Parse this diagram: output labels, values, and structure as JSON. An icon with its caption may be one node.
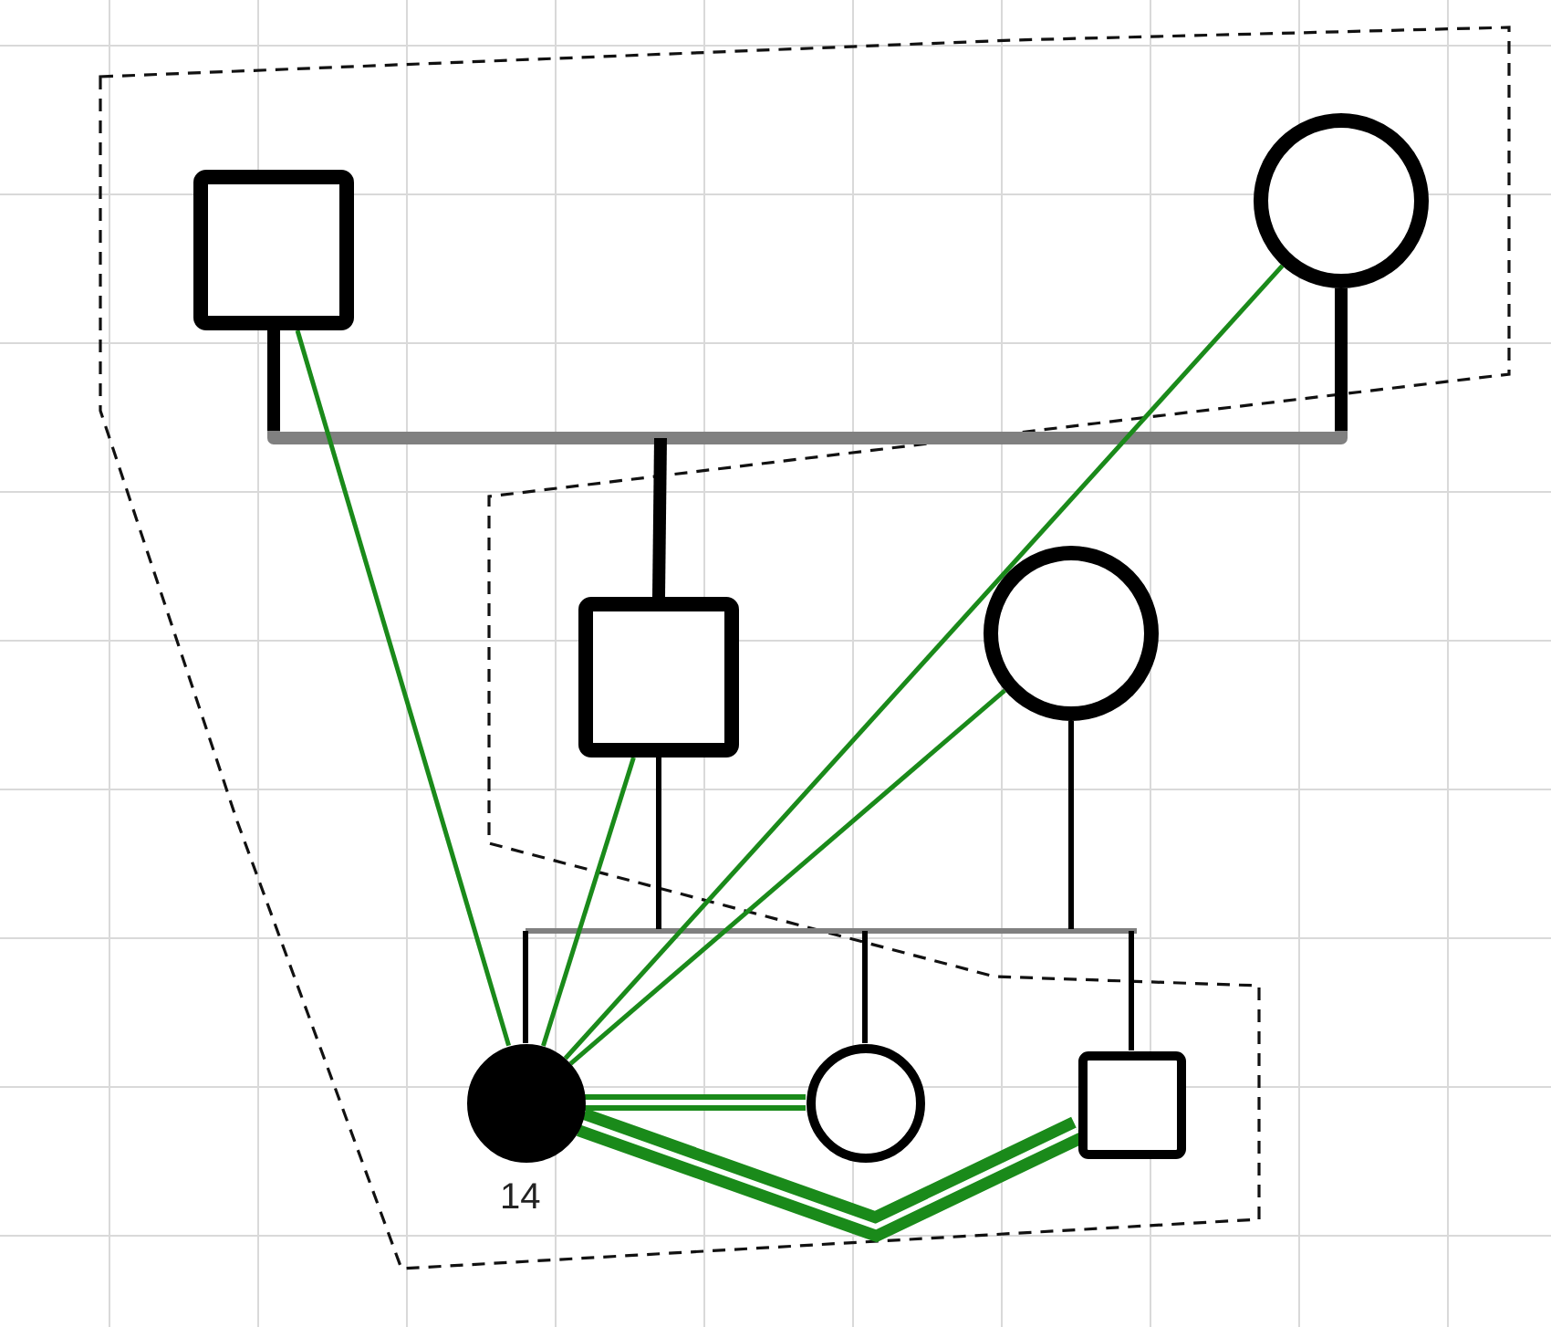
{
  "diagram": {
    "nodes": [
      {
        "text": [],
        "shape": "box"
      },
      {
        "text": [],
        "shape": "circle"
      },
      {
        "text": [],
        "shape": "box"
      },
      {
        "text": [],
        "shape": "circle"
      },
      {
        "text": [],
        "shape": "circle",
        "beside": [
          "14"
        ]
      },
      {
        "text": [],
        "shape": "circle"
      },
      {
        "text": [],
        "shape": "box"
      }
    ],
    "edges": [
      {
        "from": 0,
        "to": 1,
        "arrow": "none",
        "style": "thick",
        "color": "#808080"
      },
      {
        "from": null,
        "to": 2,
        "arrow": "none",
        "style": "thick",
        "color": "#000000"
      },
      {
        "from": 2,
        "to": 3,
        "arrow": "none",
        "color": "#808080"
      },
      {
        "from": null,
        "to": 4,
        "arrow": "none",
        "color": "#000000"
      },
      {
        "from": null,
        "to": 5,
        "arrow": "none",
        "color": "#000000"
      },
      {
        "from": null,
        "to": 6,
        "arrow": "none",
        "color": "#000000"
      },
      {
        "from": 4,
        "to": 0,
        "arrow": "none",
        "color": "#1a8a1a"
      },
      {
        "from": 4,
        "to": 1,
        "arrow": "none",
        "color": "#1a8a1a"
      },
      {
        "from": 4,
        "to": 2,
        "arrow": "none",
        "color": "#1a8a1a"
      },
      {
        "from": 4,
        "to": 3,
        "arrow": "none",
        "color": "#1a8a1a"
      },
      {
        "from": 4,
        "to": 5,
        "arrow": "none",
        "style": "thick",
        "color": "#1a8a1a"
      },
      {
        "from": 4,
        "to": 6,
        "arrow": "none",
        "style": "thick",
        "color": "#1a8a1a"
      }
    ]
  }
}
